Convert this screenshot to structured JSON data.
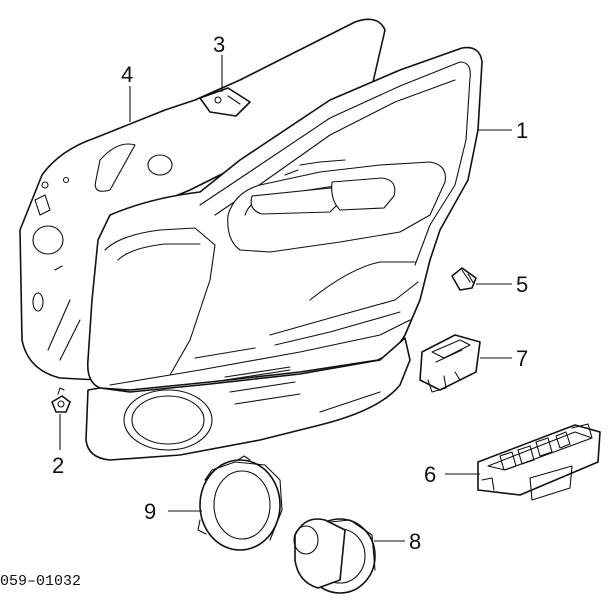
{
  "diagram": {
    "callouts": [
      {
        "id": "1",
        "label": "1"
      },
      {
        "id": "2",
        "label": "2"
      },
      {
        "id": "3",
        "label": "3"
      },
      {
        "id": "4",
        "label": "4"
      },
      {
        "id": "5",
        "label": "5"
      },
      {
        "id": "6",
        "label": "6"
      },
      {
        "id": "7",
        "label": "7"
      },
      {
        "id": "8",
        "label": "8"
      },
      {
        "id": "9",
        "label": "9"
      }
    ],
    "drawing_code": "059–01032"
  }
}
